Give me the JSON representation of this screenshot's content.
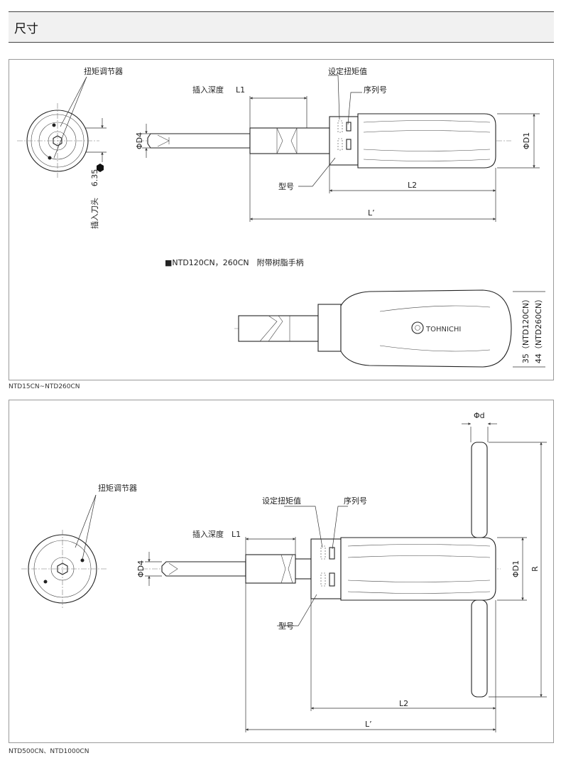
{
  "header": {
    "title": "尺寸"
  },
  "panel1": {
    "caption": "NTD15CN~NTD260CN",
    "labels": {
      "torque_adjuster": "扭矩调节器",
      "insertion_depth": "插入深度",
      "l1": "L1",
      "set_torque": "设定扭矩值",
      "serial_no": "序列号",
      "model": "型号",
      "d4": "ΦD4",
      "d1": "ΦD1",
      "l2": "L2",
      "lprime": "L’",
      "hex_size": "6.35",
      "insert_bit": "插入刀头",
      "note": "■NTD120CN，260CN　附带树脂手柄",
      "dim35": "35（NTD120CN）",
      "dim44": "44（NTD260CN）",
      "logo": "TOHNICHI"
    }
  },
  "panel2": {
    "caption": "NTD500CN、NTD1000CN",
    "labels": {
      "torque_adjuster": "扭矩调节器",
      "set_torque": "设定扭矩值",
      "serial_no": "序列号",
      "insertion_depth": "插入深度",
      "l1": "L1",
      "d4": "ΦD4",
      "d1": "ΦD1",
      "phid": "Φd",
      "r": "R",
      "model": "型号",
      "l2": "L2",
      "lprime": "L’"
    }
  }
}
